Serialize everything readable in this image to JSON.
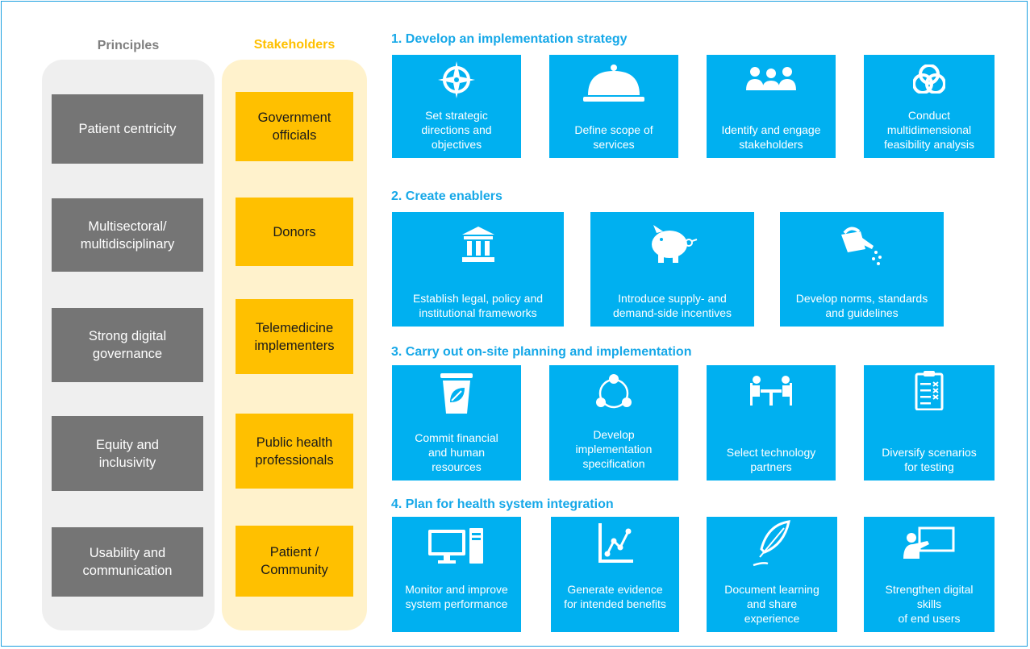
{
  "principles": {
    "title": "Principles",
    "items": [
      "Patient centricity",
      "Multisectoral/\nmultidisciplinary",
      "Strong digital\ngovernance",
      "Equity and\ninclusivity",
      "Usability and\ncommunication"
    ]
  },
  "stakeholders": {
    "title": "Stakeholders",
    "items": [
      "Government\nofficials",
      "Donors",
      "Telemedicine\nimplementers",
      "Public health\nprofessionals",
      "Patient /\nCommunity"
    ]
  },
  "sections": [
    {
      "title": "1. Develop an implementation strategy",
      "tiles": [
        {
          "label": "Set strategic\ndirections and\nobjectives",
          "icon": "compass-icon"
        },
        {
          "label": "Define scope of\nservices",
          "icon": "cloche-icon"
        },
        {
          "label": "Identify and engage\nstakeholders",
          "icon": "people-group-icon"
        },
        {
          "label": "Conduct\nmultidimensional\nfeasibility analysis",
          "icon": "venn-circles-icon"
        }
      ]
    },
    {
      "title": "2. Create enablers",
      "tiles": [
        {
          "label": "Establish legal, policy and\ninstitutional frameworks",
          "icon": "institution-building-icon"
        },
        {
          "label": "Introduce supply- and\ndemand-side incentives",
          "icon": "piggy-bank-icon"
        },
        {
          "label": "Develop norms, standards\nand guidelines",
          "icon": "watering-can-icon"
        }
      ]
    },
    {
      "title": "3. Carry out on-site planning and implementation",
      "tiles": [
        {
          "label": "Commit financial\nand human\nresources",
          "icon": "bin-leaf-icon"
        },
        {
          "label": "Develop\nimplementation\nspecification",
          "icon": "cycle-nodes-icon"
        },
        {
          "label": "Select technology\npartners",
          "icon": "meeting-table-icon"
        },
        {
          "label": "Diversify scenarios\nfor testing",
          "icon": "checklist-clipboard-icon"
        }
      ]
    },
    {
      "title": "4. Plan for health system integration",
      "tiles": [
        {
          "label": "Monitor and improve\nsystem performance",
          "icon": "desktop-computer-icon"
        },
        {
          "label": "Generate evidence\nfor intended benefits",
          "icon": "line-graph-icon"
        },
        {
          "label": "Document learning\nand share\nexperience",
          "icon": "quill-feather-icon"
        },
        {
          "label": "Strengthen digital\nskills\nof end users",
          "icon": "presenter-board-icon"
        }
      ]
    }
  ],
  "colors": {
    "tile": "#00b0f0",
    "section_title": "#16a8e8",
    "principle_box": "#757575",
    "principle_panel": "#efefef",
    "stakeholder_box": "#ffc000",
    "stakeholder_panel": "#fff2cc",
    "stakeholder_title": "#ffc000",
    "principle_title": "#7f7f7f"
  }
}
